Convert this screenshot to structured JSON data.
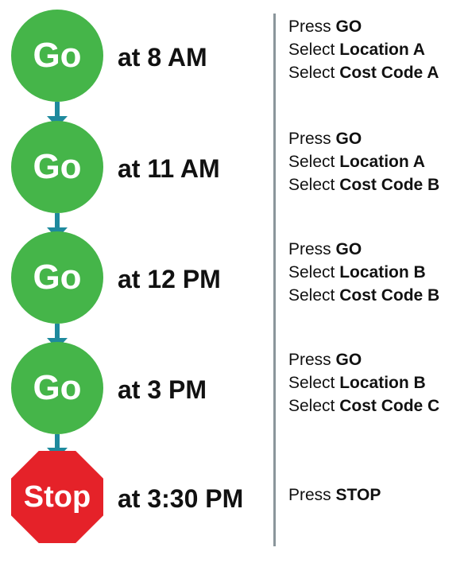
{
  "colors": {
    "go": "#45b549",
    "stop": "#e52229",
    "arrow": "#1e8a9d",
    "divider": "#8a959b"
  },
  "steps": [
    {
      "signal": "Go",
      "time": "at 8 AM",
      "instructions": [
        {
          "prefix": "Press",
          "value": "GO"
        },
        {
          "prefix": "Select",
          "value": "Location A"
        },
        {
          "prefix": "Select",
          "value": "Cost Code A"
        }
      ]
    },
    {
      "signal": "Go",
      "time": "at 11 AM",
      "instructions": [
        {
          "prefix": "Press",
          "value": "GO"
        },
        {
          "prefix": "Select",
          "value": "Location A"
        },
        {
          "prefix": "Select",
          "value": "Cost Code B"
        }
      ]
    },
    {
      "signal": "Go",
      "time": "at 12 PM",
      "instructions": [
        {
          "prefix": "Press",
          "value": "GO"
        },
        {
          "prefix": "Select",
          "value": "Location B"
        },
        {
          "prefix": "Select",
          "value": "Cost Code B"
        }
      ]
    },
    {
      "signal": "Go",
      "time": "at 3 PM",
      "instructions": [
        {
          "prefix": "Press",
          "value": "GO"
        },
        {
          "prefix": "Select",
          "value": "Location B"
        },
        {
          "prefix": "Select",
          "value": "Cost Code C"
        }
      ]
    },
    {
      "signal": "Stop",
      "time": "at 3:30 PM",
      "instructions": [
        {
          "prefix": "Press",
          "value": "STOP"
        }
      ]
    }
  ]
}
